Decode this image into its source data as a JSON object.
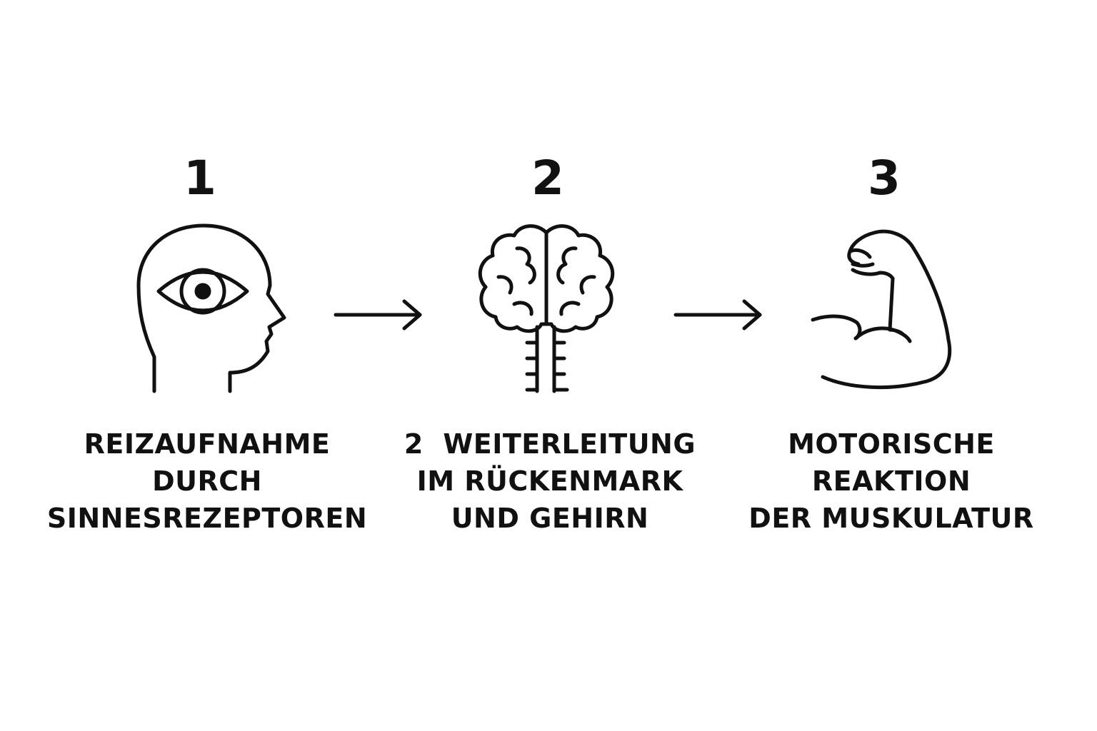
{
  "steps": [
    {
      "number": "1",
      "icon": "head-eye-icon",
      "lines": [
        "REIZAUFNAHME",
        "DURCH",
        "SINNESREZEPTOREN"
      ]
    },
    {
      "number": "2",
      "icon": "brain-spinal-cord-icon",
      "lines": [
        "2  WEITERLEITUNG",
        "IM RÜCKENMARK",
        "UND GEHIRN"
      ]
    },
    {
      "number": "3",
      "icon": "flexed-arm-icon",
      "lines": [
        "MOTORISCHE",
        "REAKTION",
        "DER MUSKULATUR"
      ]
    }
  ],
  "arrows": [
    "arrow-right-icon",
    "arrow-right-icon"
  ],
  "colors": {
    "stroke": "#111111",
    "background": "#ffffff"
  }
}
